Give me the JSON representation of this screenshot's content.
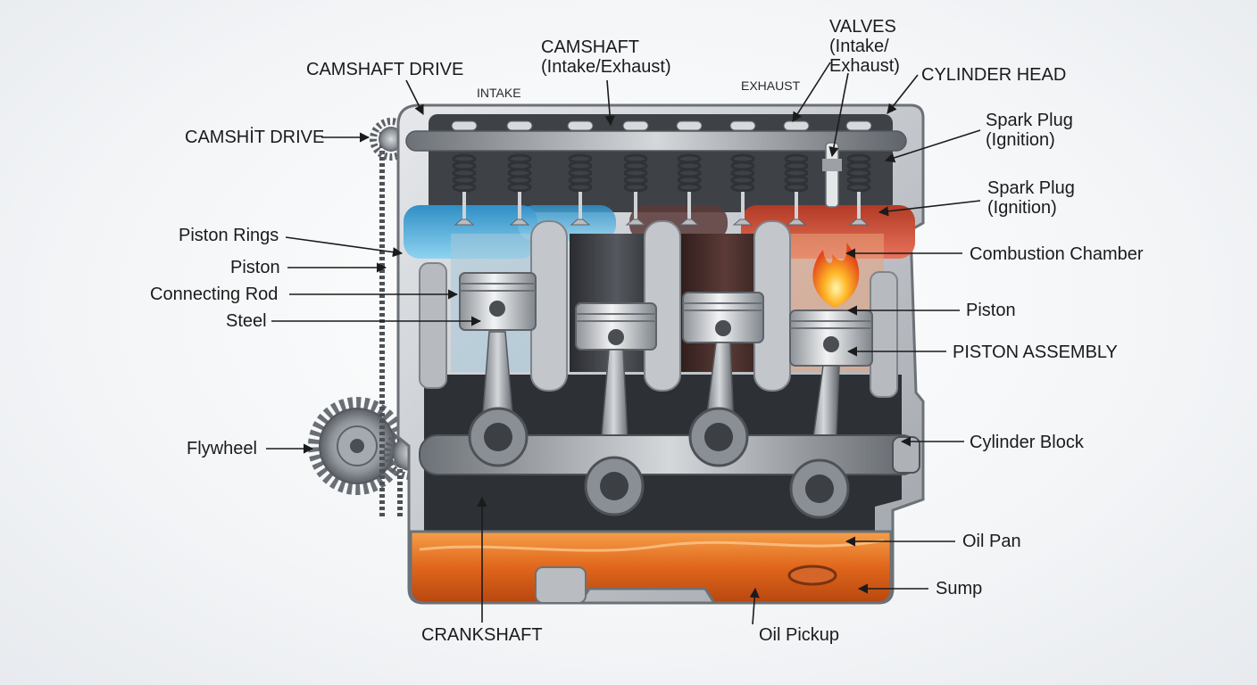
{
  "labels": {
    "camshaft_drive_top": "CAMSHAFT DRIVE",
    "camshaft_drive_left": "CAMSHİT DRIVE",
    "intake": "INTAKE",
    "camshaft_line1": "CAMSHAFT",
    "camshaft_line2": "(Intake/Exhaust)",
    "exhaust": "EXHAUST",
    "valves_line1": "VALVES",
    "valves_line2": "(Intake/",
    "valves_line3": "Exhaust)",
    "cylinder_head": "CYLINDER HEAD",
    "spark_plug_1_line1": "Spark Plug",
    "spark_plug_1_line2": "(Ignition)",
    "spark_plug_2_line1": "Spark Plug",
    "spark_plug_2_line2": "(Ignition)",
    "combustion_chamber": "Combustion Chamber",
    "piston_rings": "Piston Rings",
    "piston_left": "Piston",
    "connecting_rod": "Connecting Rod",
    "steel": "Steel",
    "piston_right": "Piston",
    "piston_assembly": "PISTON ASSEMBLY",
    "flywheel": "Flywheel",
    "cylinder_block": "Cylinder Block",
    "oil_pan": "Oil Pan",
    "sump": "Sump",
    "crankshaft": "CRANKSHAFT",
    "oil_pickup": "Oil Pickup"
  },
  "colors": {
    "intake_blue": "#4fb6e3",
    "exhaust_red": "#d9553a",
    "oil_orange": "#e9741c",
    "metal_dark": "#3a3d42",
    "metal_light": "#c9ccd0"
  }
}
